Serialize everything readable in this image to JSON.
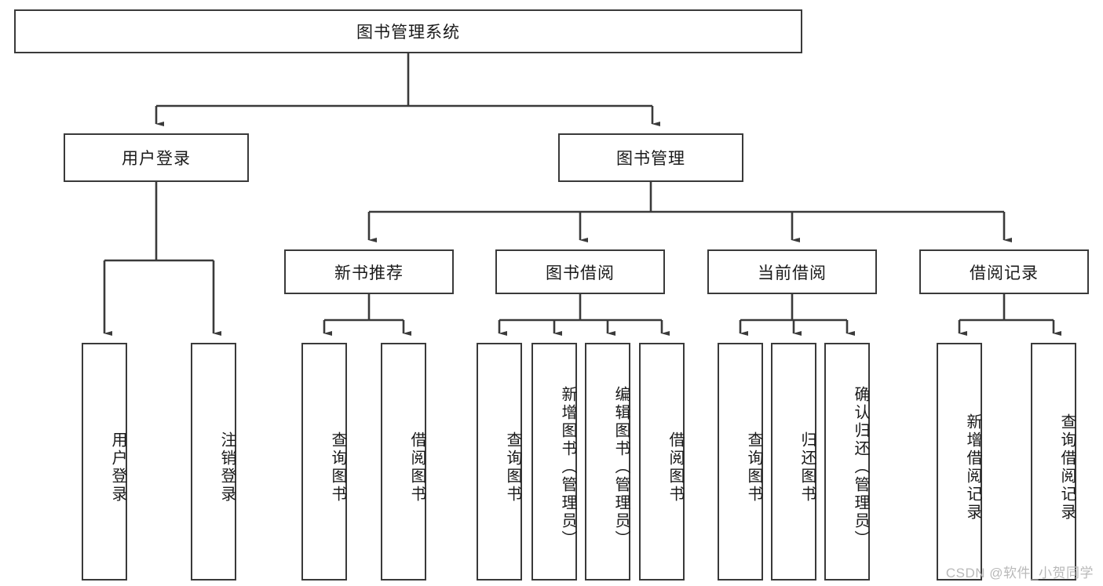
{
  "diagram": {
    "title": "图书管理系统",
    "type": "hierarchy-tree",
    "root": {
      "label": "图书管理系统"
    },
    "level2": [
      {
        "label": "用户登录"
      },
      {
        "label": "图书管理"
      }
    ],
    "level3": [
      {
        "label": "新书推荐"
      },
      {
        "label": "图书借阅"
      },
      {
        "label": "当前借阅"
      },
      {
        "label": "借阅记录"
      }
    ],
    "leaves": {
      "user_login": [
        {
          "label": "用户登录"
        },
        {
          "label": "注销登录"
        }
      ],
      "new_book_recommend": [
        {
          "label": "查询图书"
        },
        {
          "label": "借阅图书"
        }
      ],
      "book_borrow": [
        {
          "label": "查询图书"
        },
        {
          "label": "新增图书（管理员）"
        },
        {
          "label": "编辑图书（管理员）"
        },
        {
          "label": "借阅图书"
        }
      ],
      "current_borrow": [
        {
          "label": "查询图书"
        },
        {
          "label": "归还图书"
        },
        {
          "label": "确认归还（管理员）"
        }
      ],
      "borrow_record": [
        {
          "label": "新增借阅记录"
        },
        {
          "label": "查询借阅记录"
        }
      ]
    }
  },
  "watermark": {
    "text": "CSDN @软件_小贺同学"
  },
  "colors": {
    "stroke": "#3a3a3a",
    "background": "#ffffff",
    "text": "#1a1a1a",
    "watermark": "#b9b9b9"
  }
}
